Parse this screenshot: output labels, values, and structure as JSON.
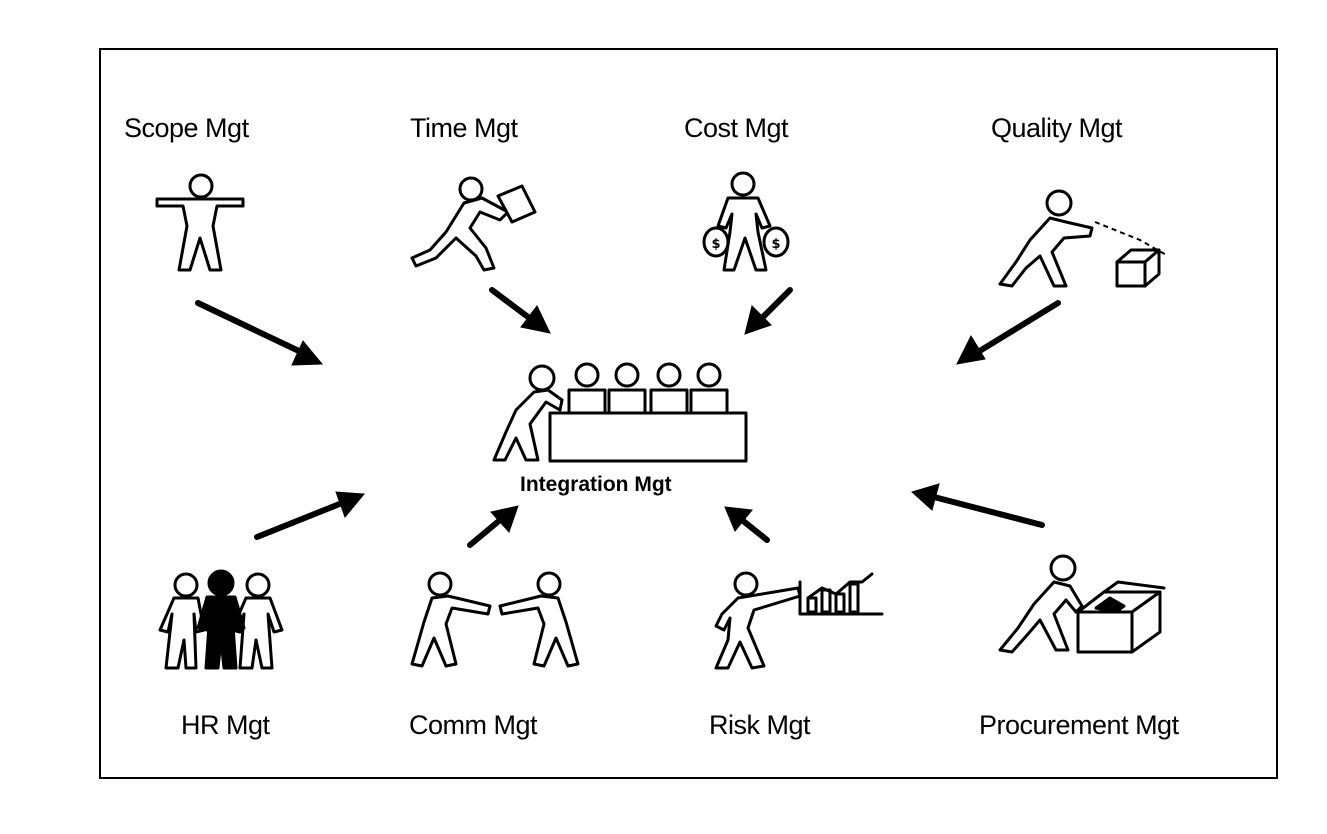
{
  "diagram": {
    "center": {
      "label": "Integration Mgt",
      "icon": "team-meeting-icon"
    },
    "nodes": [
      {
        "id": "scope",
        "label": "Scope Mgt",
        "icon": "arms-outstretched-person-icon"
      },
      {
        "id": "time",
        "label": "Time Mgt",
        "icon": "running-person-icon"
      },
      {
        "id": "cost",
        "label": "Cost Mgt",
        "icon": "person-money-bags-icon"
      },
      {
        "id": "quality",
        "label": "Quality Mgt",
        "icon": "person-inspecting-box-icon"
      },
      {
        "id": "hr",
        "label": "HR Mgt",
        "icon": "group-of-people-icon"
      },
      {
        "id": "comm",
        "label": "Comm Mgt",
        "icon": "two-people-handing-icon"
      },
      {
        "id": "risk",
        "label": "Risk Mgt",
        "icon": "person-pointing-chart-icon"
      },
      {
        "id": "procurement",
        "label": "Procurement Mgt",
        "icon": "person-pushing-box-icon"
      }
    ],
    "edges": [
      {
        "from": "scope",
        "to": "integration"
      },
      {
        "from": "time",
        "to": "integration"
      },
      {
        "from": "cost",
        "to": "integration"
      },
      {
        "from": "quality",
        "to": "integration"
      },
      {
        "from": "hr",
        "to": "integration"
      },
      {
        "from": "comm",
        "to": "integration"
      },
      {
        "from": "risk",
        "to": "integration"
      },
      {
        "from": "procurement",
        "to": "integration"
      }
    ]
  }
}
